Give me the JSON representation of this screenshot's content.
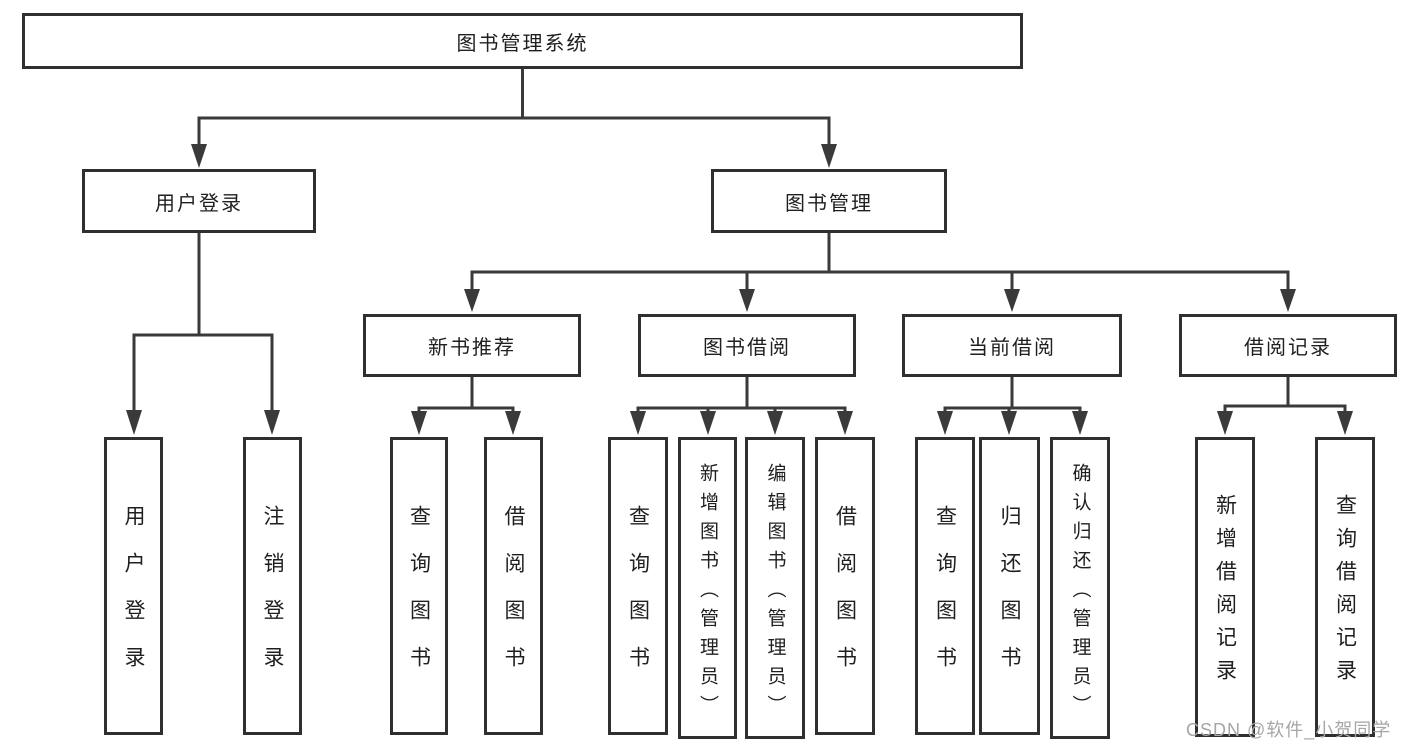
{
  "diagram": {
    "root": {
      "label": "图书管理系统"
    },
    "branches": [
      {
        "label": "用户登录",
        "children": [
          {
            "label": "用户登录"
          },
          {
            "label": "注销登录"
          }
        ]
      },
      {
        "label": "图书管理",
        "children": [
          {
            "label": "新书推荐",
            "children": [
              {
                "label": "查询图书"
              },
              {
                "label": "借阅图书"
              }
            ]
          },
          {
            "label": "图书借阅",
            "children": [
              {
                "label": "查询图书"
              },
              {
                "label": "新增图书（管理员）"
              },
              {
                "label": "编辑图书（管理员）"
              },
              {
                "label": "借阅图书"
              }
            ]
          },
          {
            "label": "当前借阅",
            "children": [
              {
                "label": "查询图书"
              },
              {
                "label": "归还图书"
              },
              {
                "label": "确认归还（管理员）"
              }
            ]
          },
          {
            "label": "借阅记录",
            "children": [
              {
                "label": "新增借阅记录"
              },
              {
                "label": "查询借阅记录"
              }
            ]
          }
        ]
      }
    ]
  },
  "watermark": {
    "text": "CSDN @软件_小贺同学"
  },
  "colors": {
    "line": "#3a3a3a",
    "border": "#2f2f2f",
    "text": "#1f1f1f",
    "watermark": "#a6a6a6",
    "background": "#ffffff"
  }
}
